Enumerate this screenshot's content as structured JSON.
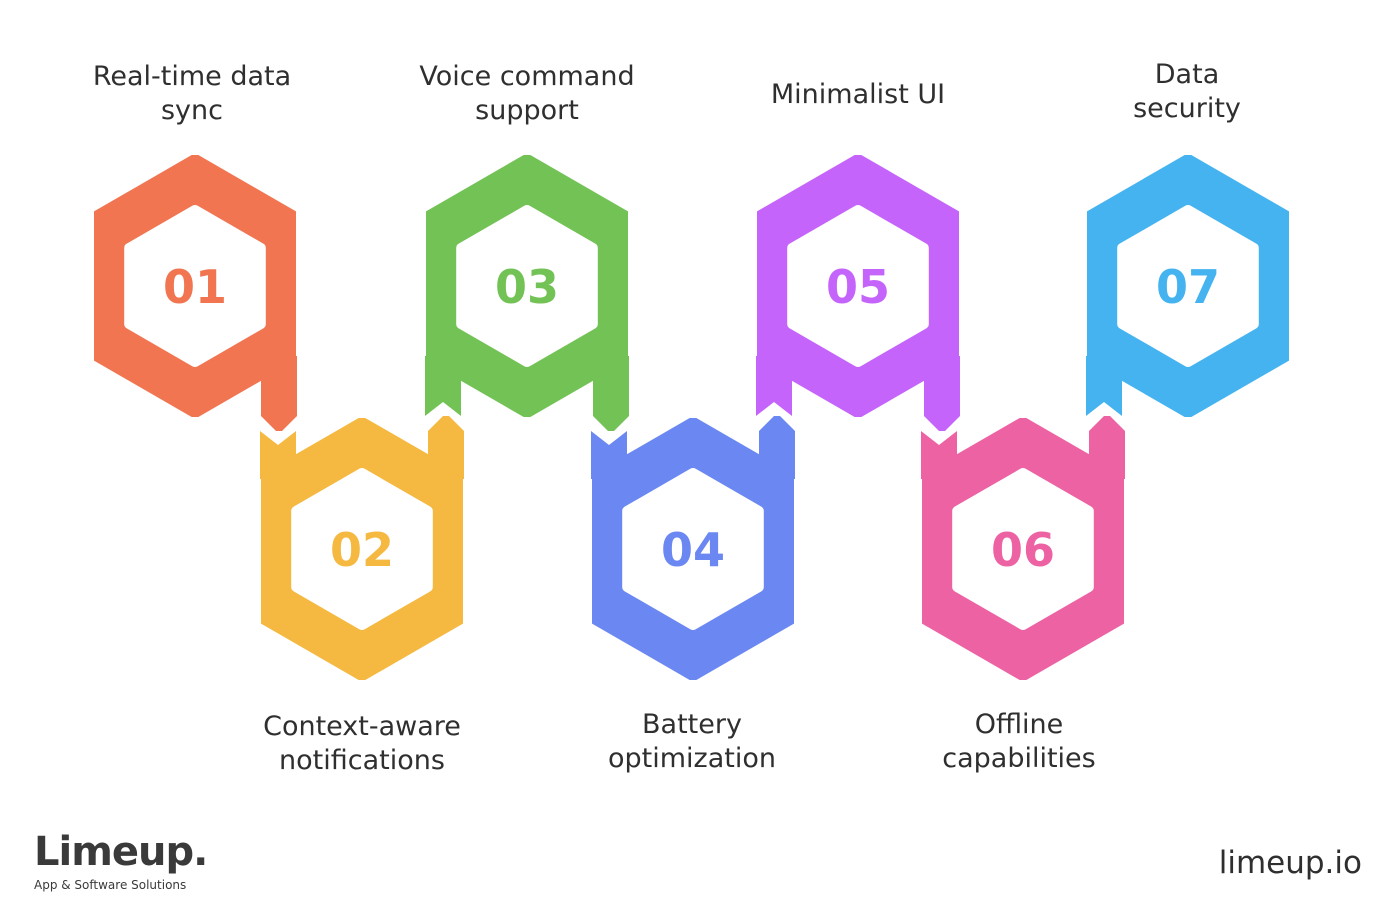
{
  "steps": [
    {
      "number": "01",
      "label": "Real-time data\nsync",
      "color": "#F07550"
    },
    {
      "number": "02",
      "label": "Context-aware\nnotifications",
      "color": "#F5B942"
    },
    {
      "number": "03",
      "label": "Voice command\nsupport",
      "color": "#73C255"
    },
    {
      "number": "04",
      "label": "Battery\noptimization",
      "color": "#6B88F2"
    },
    {
      "number": "05",
      "label": "Minimalist UI",
      "color": "#C564FA"
    },
    {
      "number": "06",
      "label": "Offline\ncapabilities",
      "color": "#EC62A3"
    },
    {
      "number": "07",
      "label": "Data\nsecurity",
      "color": "#45B3F0"
    }
  ],
  "brand": {
    "name": "Limeup.",
    "tagline": "App & Software Solutions"
  },
  "site_url": "limeup.io"
}
